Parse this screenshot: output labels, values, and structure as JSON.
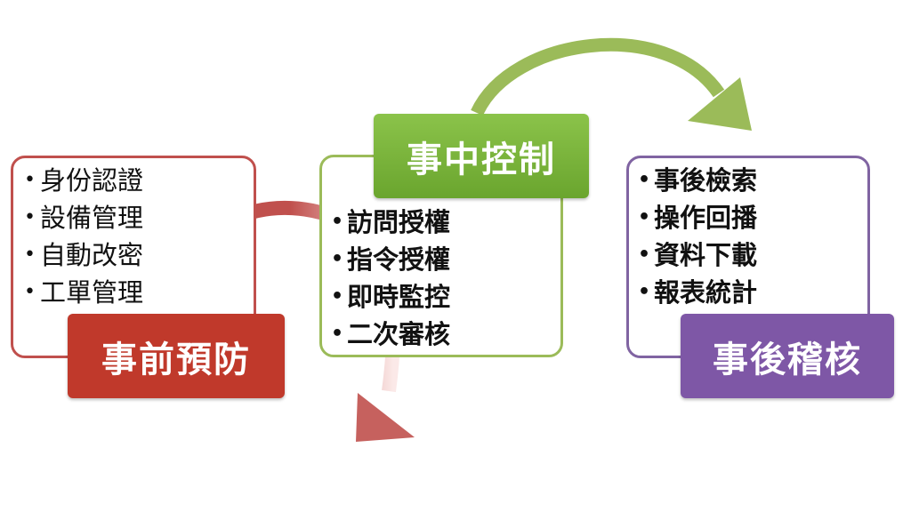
{
  "phases": [
    {
      "title": "事前預防",
      "items": [
        "身份認證",
        "設備管理",
        "自動改密",
        "工單管理"
      ],
      "color": "#c0392b",
      "border_color": "#c0504d"
    },
    {
      "title": "事中控制",
      "items": [
        "訪問授權",
        "指令授權",
        "即時監控",
        "二次審核"
      ],
      "color": "#7cb342",
      "border_color": "#9bbb59"
    },
    {
      "title": "事後稽核",
      "items": [
        "事後檢索",
        "操作回播",
        "資料下載",
        "報表統計"
      ],
      "color": "#7e57a6",
      "border_color": "#8064a2"
    }
  ],
  "arrows": [
    {
      "name": "red-curved-arrow",
      "color": "#c0504d"
    },
    {
      "name": "green-curved-arrow",
      "color": "#9bbb59"
    }
  ]
}
